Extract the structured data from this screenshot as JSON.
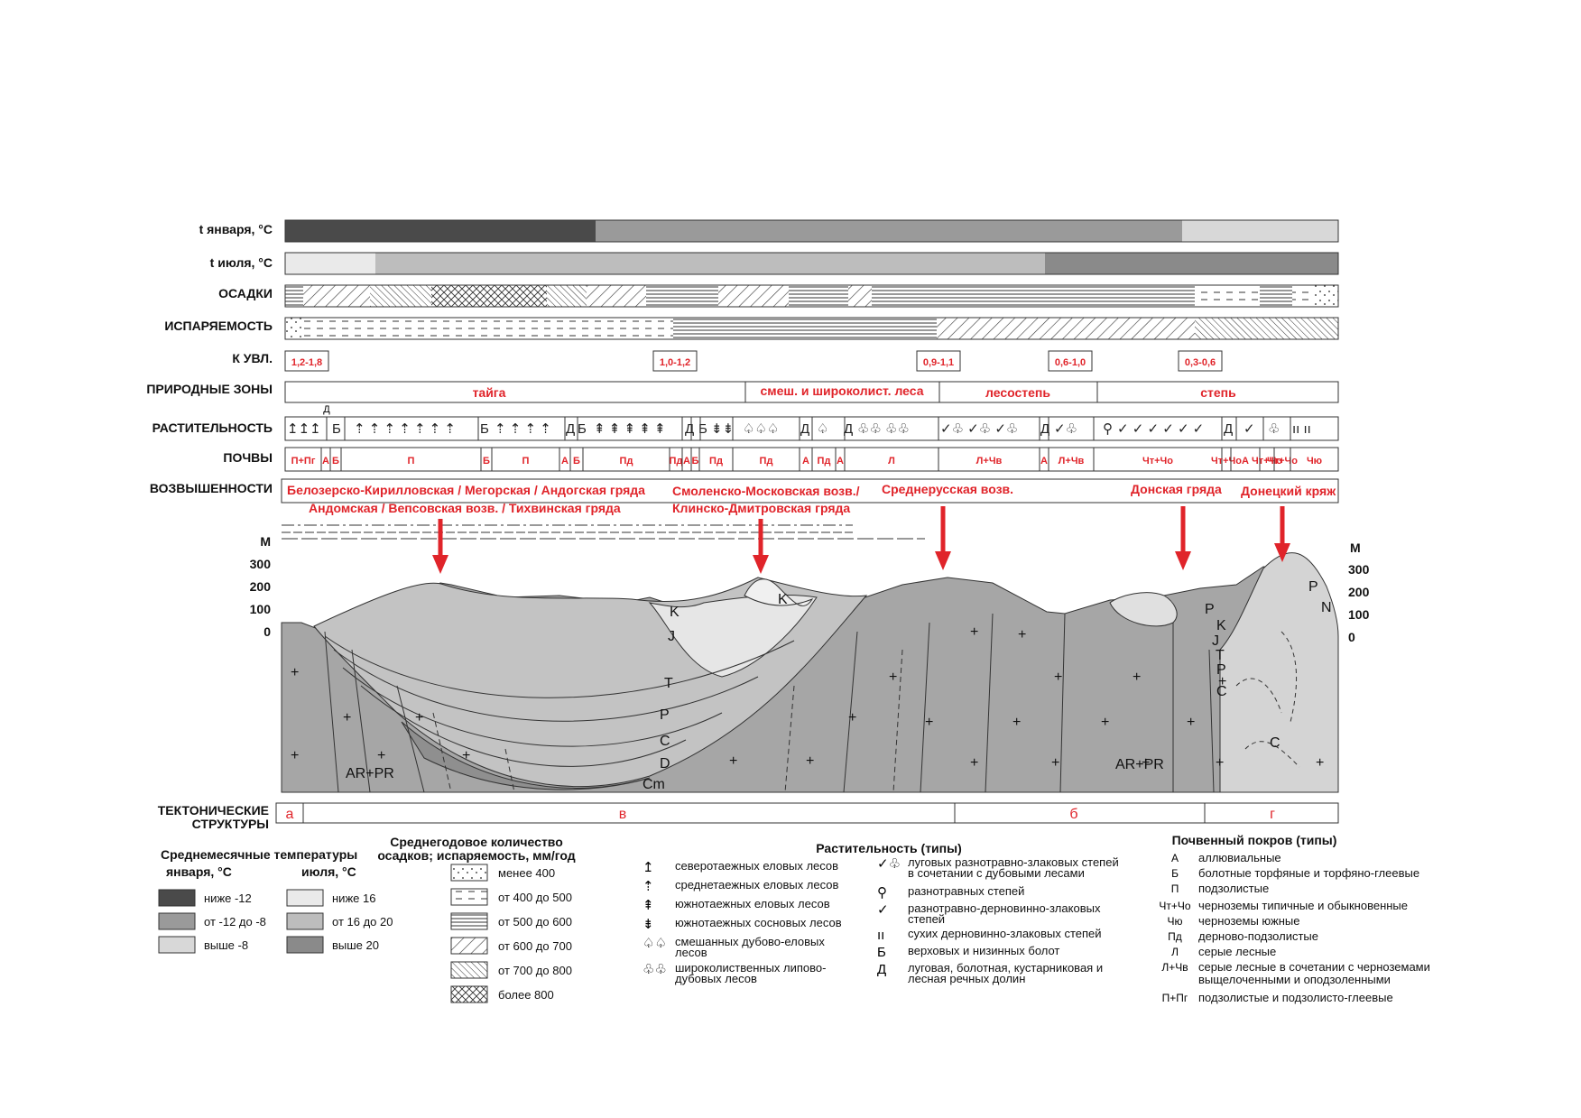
{
  "rows": {
    "jan": "t января, °С",
    "jul": "t июля, °С",
    "precip": "ОСАДКИ",
    "evap": "ИСПАРЯЕМОСТЬ",
    "k": "К УВЛ.",
    "zones": "ПРИРОДНЫЕ ЗОНЫ",
    "veg": "РАСТИТЕЛЬНОСТЬ",
    "soils": "ПОЧВЫ",
    "uplands": "ВОЗВЫШЕННОСТИ",
    "tect1": "ТЕКТОНИЧЕСКИЕ",
    "tect2": "СТРУКТУРЫ"
  },
  "k_values": [
    "1,2-1,8",
    "1,0-1,2",
    "0,9-1,1",
    "0,6-1,0",
    "0,3-0,6"
  ],
  "zones": [
    "тайга",
    "смеш. и широколист. леса",
    "лесостепь",
    "степь"
  ],
  "soil_labels": [
    "П+Пг",
    "А",
    "Б",
    "П",
    "Б",
    "П",
    "А",
    "Б",
    "Пд",
    "Пд",
    "А",
    "Б",
    "Пд",
    "Пд",
    "А",
    "Пд",
    "А",
    "Л",
    "Л+Чв",
    "А",
    "Л+Чв",
    "Чт+Чо",
    "Чт+Чо",
    "А",
    "Чт+Чо",
    "Чт+Чо",
    "Чю"
  ],
  "veg_d": "Д",
  "uplands": {
    "u1a": "Белозерско-Кирилловская / Мегорская / Андогская гряда",
    "u1b": "Андомская / Вепсовская возв. / Тихвинская гряда",
    "u2a": "Смоленско-Московская возв./",
    "u2b": "Клинско-Дмитровская гряда",
    "u3": "Среднерусская возв.",
    "u4": "Донская гряда",
    "u5": "Донецкий кряж"
  },
  "axis": {
    "unit": "М",
    "ticks": [
      "300",
      "200",
      "100",
      "0"
    ]
  },
  "geology": [
    "K",
    "K",
    "J",
    "T",
    "P",
    "C",
    "D",
    "Cm",
    "AR+PR",
    "AR+PR",
    "P",
    "K",
    "J",
    "T",
    "P",
    "C",
    "C",
    "P",
    "N"
  ],
  "tectonic": [
    "а",
    "в",
    "б",
    "г"
  ],
  "legend_temp": {
    "title": "Среднемесячные температуры",
    "jan": "января, °С",
    "jul": "июля, °С",
    "jan_items": [
      "ниже -12",
      "от -12 до -8",
      "выше -8"
    ],
    "jul_items": [
      "ниже 16",
      "от 16 до 20",
      "выше 20"
    ],
    "colors": {
      "jan": [
        "#4a4a4a",
        "#9a9a9a",
        "#d8d8d8"
      ],
      "jul": [
        "#eaeaea",
        "#bdbdbd",
        "#8a8a8a"
      ]
    }
  },
  "legend_precip": {
    "title1": "Среднегодовое количество",
    "title2": "осадков; испаряемость, мм/год",
    "items": [
      "менее 400",
      "от 400 до 500",
      "от 500 до 600",
      "от 600 до 700",
      "от 700 до 800",
      "более 800"
    ]
  },
  "legend_veg": {
    "title": "Растительность (типы)",
    "items": [
      "северотаежных еловых лесов",
      "среднетаежных еловых лесов",
      "южнотаежных еловых лесов",
      "южнотаежных сосновых лесов",
      "смешанных дубово-еловых",
      "лесов",
      "широколиственных липово-",
      "дубовых лесов",
      "луговых разнотравно-злаковых степей",
      "в сочетании с дубовыми лесами",
      "разнотравных степей",
      "разнотравно-дерновинно-злаковых",
      "степей",
      "сухих дерновинно-злаковых степей",
      "верховых и низинных болот",
      "луговая, болотная, кустарниковая и",
      "лесная речных долин"
    ],
    "codes": [
      "Б",
      "Д"
    ]
  },
  "legend_soil": {
    "title": "Почвенный покров (типы)",
    "codes": [
      "А",
      "Б",
      "П",
      "Чт+Чо",
      "Чю",
      "Пд",
      "Л",
      "Л+Чв",
      "",
      "П+Пг"
    ],
    "items": [
      "аллювиальные",
      "болотные торфяные и торфяно-глеевые",
      "подзолистые",
      "черноземы типичные и обыкновенные",
      "черноземы южные",
      "дерново-подзолистые",
      "серые лесные",
      "серые лесные в сочетании с черноземами",
      "выщелоченными и оподзоленными",
      "подзолистые и подзолисто-глеевые"
    ]
  }
}
